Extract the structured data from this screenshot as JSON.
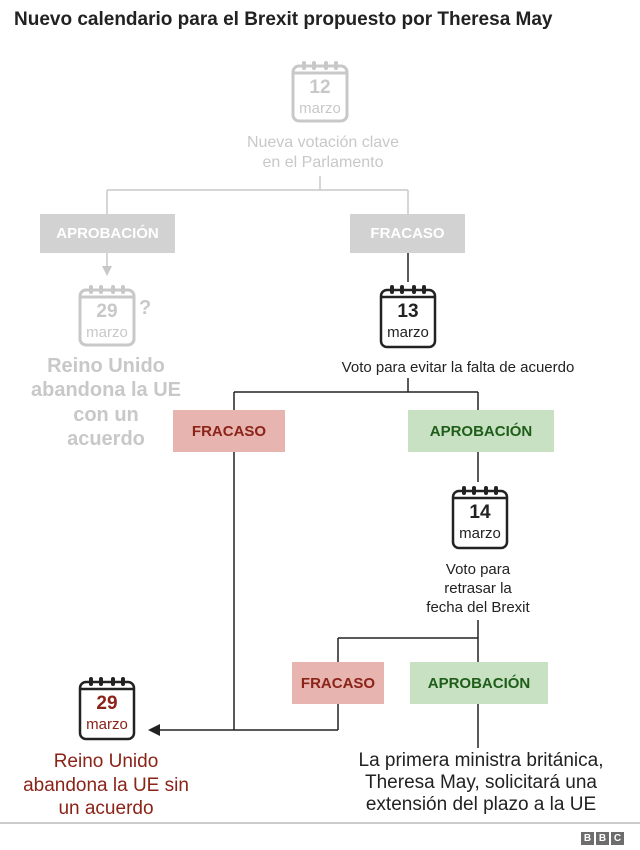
{
  "title": "Nuevo calendario para el Brexit propuesto por Theresa May",
  "nodes": {
    "vote_march12": {
      "day": "12",
      "month": "marzo",
      "label_l1": "Nueva votación clave",
      "label_l2": "en el Parlamento"
    },
    "approval_1": "APROBACIÓN",
    "failure_1": "FRACASO",
    "deal_exit": {
      "day": "29",
      "month": "marzo",
      "question": "?",
      "label_l1": "Reino Unido",
      "label_l2": "abandona la UE",
      "label_l3": "con un",
      "label_l4": "acuerdo"
    },
    "vote_march13": {
      "day": "13",
      "month": "marzo",
      "label": "Voto para evitar la falta de acuerdo"
    },
    "failure_2": "FRACASO",
    "approval_2": "APROBACIÓN",
    "vote_march14": {
      "day": "14",
      "month": "marzo",
      "label_l1": "Voto para",
      "label_l2": "retrasar la",
      "label_l3": "fecha del Brexit"
    },
    "failure_3": "FRACASO",
    "approval_3": "APROBACIÓN",
    "no_deal_exit": {
      "day": "29",
      "month": "marzo",
      "label_l1": "Reino Unido",
      "label_l2": "abandona la UE sin",
      "label_l3": "un acuerdo"
    },
    "extension": {
      "label_l1": "La primera ministra británica,",
      "label_l2": "Theresa May, solicitará una",
      "label_l3": "extensión del plazo a la UE"
    }
  },
  "footer": {
    "logo": [
      "B",
      "B",
      "C"
    ]
  },
  "colors": {
    "faded_grey": "#c8c8c8",
    "failure_bg": "#e8b4b0",
    "failure_text": "#8a2318",
    "approval_bg": "#c7e1c2",
    "approval_text": "#1f5e1a",
    "dark": "#222222"
  }
}
